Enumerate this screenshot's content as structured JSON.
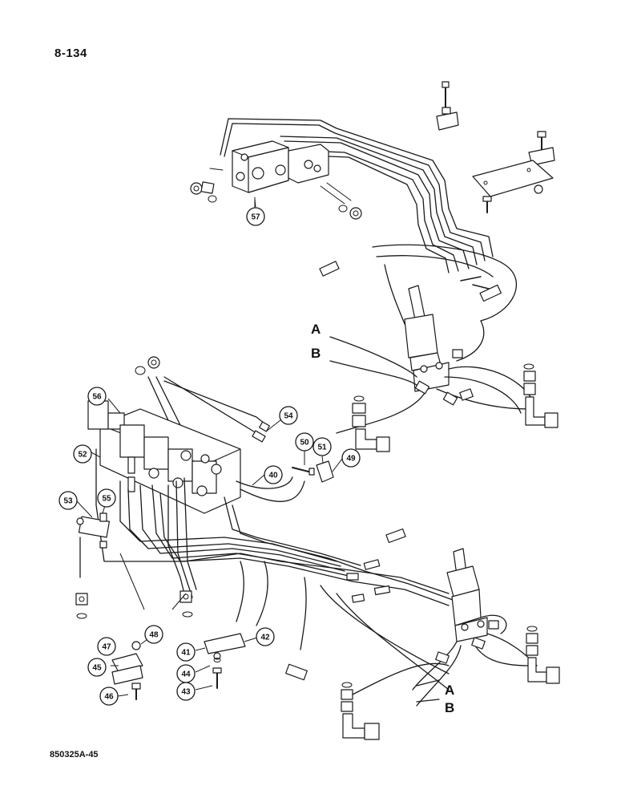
{
  "page_number": "8-134",
  "figure_code": "850325A-45",
  "callouts": [
    "57",
    "56",
    "54",
    "50",
    "51",
    "49",
    "52",
    "40",
    "53",
    "55",
    "47",
    "48",
    "45",
    "46",
    "41",
    "42",
    "44",
    "43"
  ],
  "hose_labels": {
    "upper_a": "A",
    "upper_b": "B",
    "lower_a": "A",
    "lower_b": "B"
  }
}
